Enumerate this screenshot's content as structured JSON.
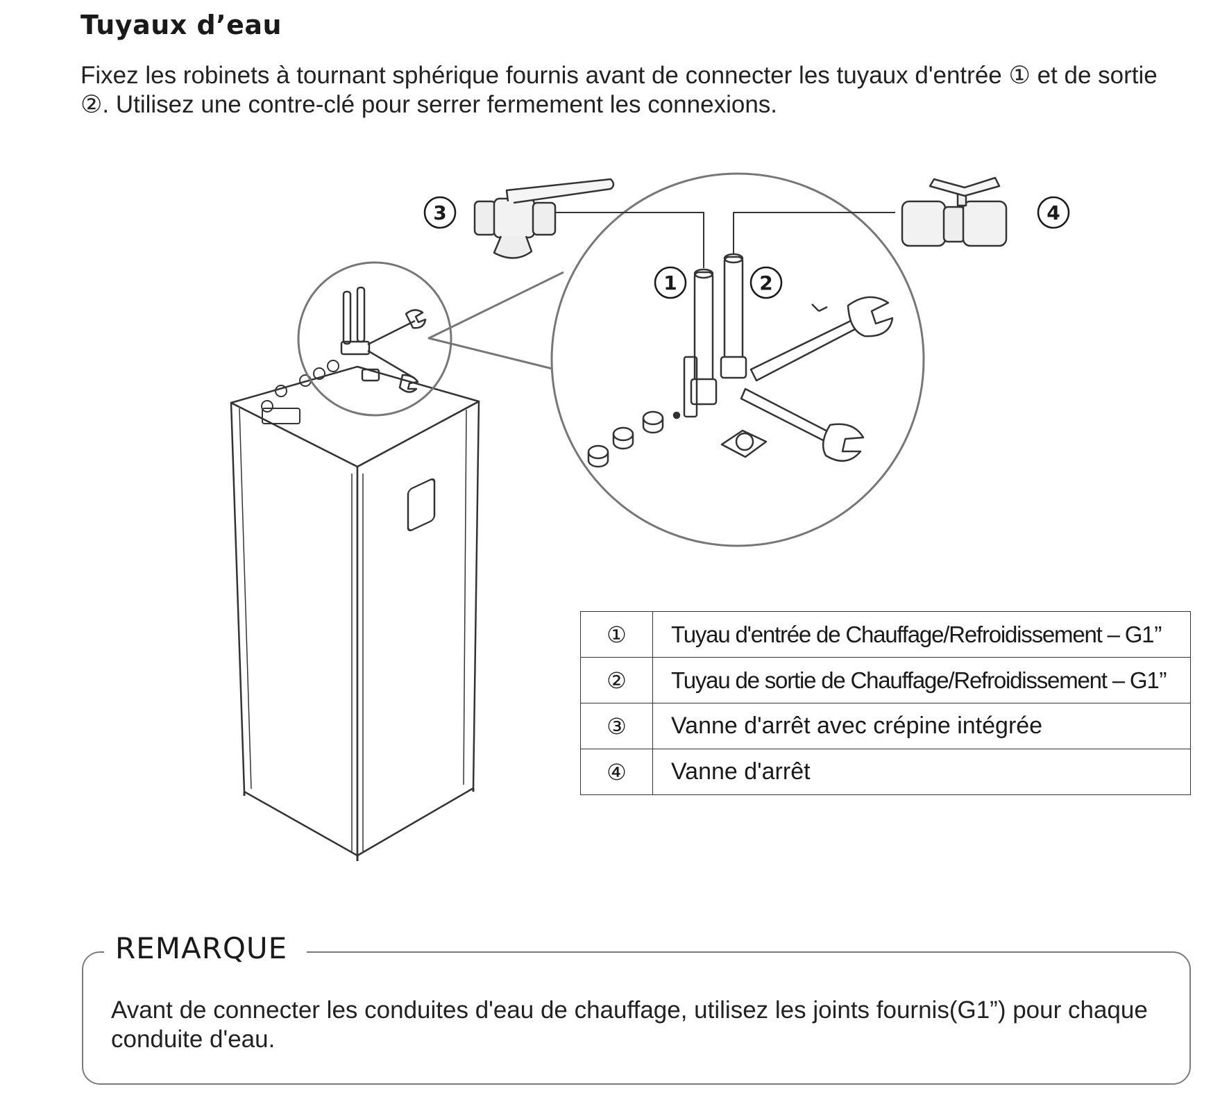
{
  "heading": "Tuyaux d’eau",
  "intro": "Fixez les robinets à tournant sphérique fournis avant de connecter les tuyaux d'entrée ① et de sortie ②. Utilisez une contre-clé pour serrer fermement les connexions.",
  "callouts": {
    "c1": "1",
    "c2": "2",
    "c3": "3",
    "c4": "4"
  },
  "legend": [
    {
      "num": "①",
      "text": "Tuyau d'entrée de Chauffage/Refroidissement – G1’’"
    },
    {
      "num": "②",
      "text": "Tuyau de sortie de Chauffage/Refroidissement – G1’’"
    },
    {
      "num": "③",
      "text": "Vanne d'arrêt avec crépine intégrée"
    },
    {
      "num": "④",
      "text": "Vanne d'arrêt"
    }
  ],
  "note": {
    "title": "REMARQUE",
    "text": "Avant de connecter les conduites d'eau de chauffage, utilisez les joints fournis(G1”) pour chaque conduite d'eau."
  }
}
